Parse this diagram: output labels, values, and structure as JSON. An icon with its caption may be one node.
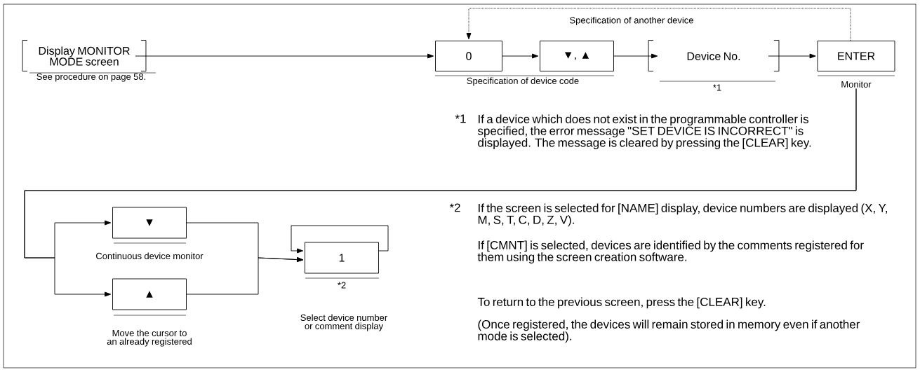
{
  "diagram": {
    "nodes": [
      {
        "text": [
          "Display MONITOR MODE screen"
        ],
        "beside": [
          "See procedure on page 58."
        ]
      },
      {
        "text": [
          "0"
        ]
      },
      {
        "text": [
          "▼, ▲"
        ]
      },
      {
        "text": [
          "Device No."
        ],
        "beside": [
          "*1"
        ]
      },
      {
        "text": [
          "ENTER"
        ],
        "beside": [
          "Monitor"
        ]
      },
      {
        "text": [
          "▼"
        ],
        "beside": [
          "Continuous device monitor"
        ]
      },
      {
        "text": [
          "▲"
        ],
        "beside": [
          "Move the cursor to an already registered"
        ]
      },
      {
        "text": [
          "1"
        ],
        "beside": [
          "*2",
          "Select device number or comment display"
        ]
      }
    ],
    "edges": [
      {
        "from": 0,
        "to": 1,
        "arrow": "to"
      },
      {
        "from": 1,
        "to": 2,
        "arrow": "to"
      },
      {
        "from": 2,
        "to": 3,
        "arrow": "to"
      },
      {
        "from": 3,
        "to": 4,
        "arrow": "to"
      },
      {
        "from": 4,
        "to": 1,
        "arrow": "to",
        "style": "dashed",
        "label": "Specification of another device"
      },
      {
        "from": 4,
        "to": 5,
        "arrow": "to"
      },
      {
        "from": 4,
        "to": 6,
        "arrow": "to"
      },
      {
        "from": 5,
        "to": 7,
        "arrow": "to"
      },
      {
        "from": 6,
        "to": 7,
        "arrow": "to"
      },
      {
        "from": 7,
        "to": 7,
        "arrow": "to"
      }
    ],
    "labels": [
      "Specification of device code",
      "*1",
      "If a device which does not exist in the programmable controller is specified, the error message \"SET DEVICE IS INCORRECT\" is displayed.  The message is cleared by pressing the [CLEAR] key.",
      "*2",
      "If the screen is selected for [NAME] display, device numbers are displayed (X, Y, M, S, T, C, D, Z, V).",
      "If [CMNT] is selected, devices are identified by the comments registered for them using the screen creation software.",
      "To return to the previous screen, press the [CLEAR] key.",
      "(Once registered, the devices will remain stored in memory even if another mode is selected)."
    ]
  }
}
